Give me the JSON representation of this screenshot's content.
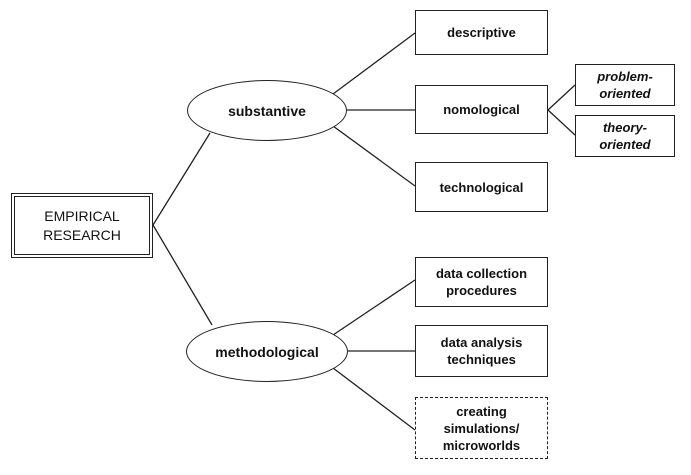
{
  "root": {
    "label": "EMPIRICAL\nRESEARCH"
  },
  "branches": [
    {
      "label": "substantive",
      "children": [
        {
          "label": "descriptive"
        },
        {
          "label": "nomological",
          "children": [
            {
              "label": "problem-\noriented"
            },
            {
              "label": "theory-\noriented"
            }
          ]
        },
        {
          "label": "technological"
        }
      ]
    },
    {
      "label": "methodological",
      "children": [
        {
          "label": "data collection\nprocedures"
        },
        {
          "label": "data analysis\ntechniques"
        },
        {
          "label": "creating\nsimulations/\nmicroworlds"
        }
      ]
    }
  ]
}
